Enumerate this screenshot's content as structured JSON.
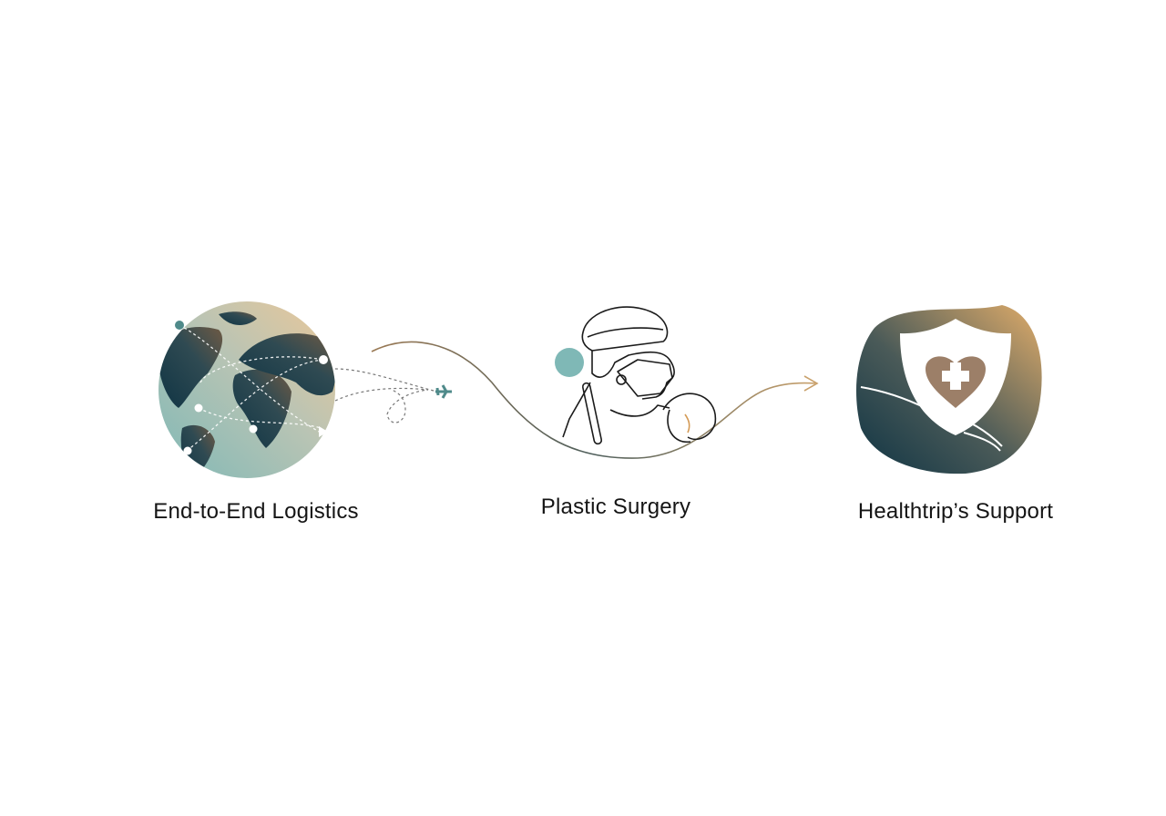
{
  "steps": [
    {
      "label": "End-to-End Logistics",
      "icon": "globe-flight-routes-icon"
    },
    {
      "label": "Plastic Surgery",
      "icon": "surgeon-icon"
    },
    {
      "label": "Healthtrip’s Support",
      "icon": "hand-shield-heart-icon"
    }
  ],
  "colors": {
    "teal": "#7fb8b6",
    "navy": "#17394a",
    "gold": "#d9a86a",
    "line": "#6a6a5a"
  }
}
